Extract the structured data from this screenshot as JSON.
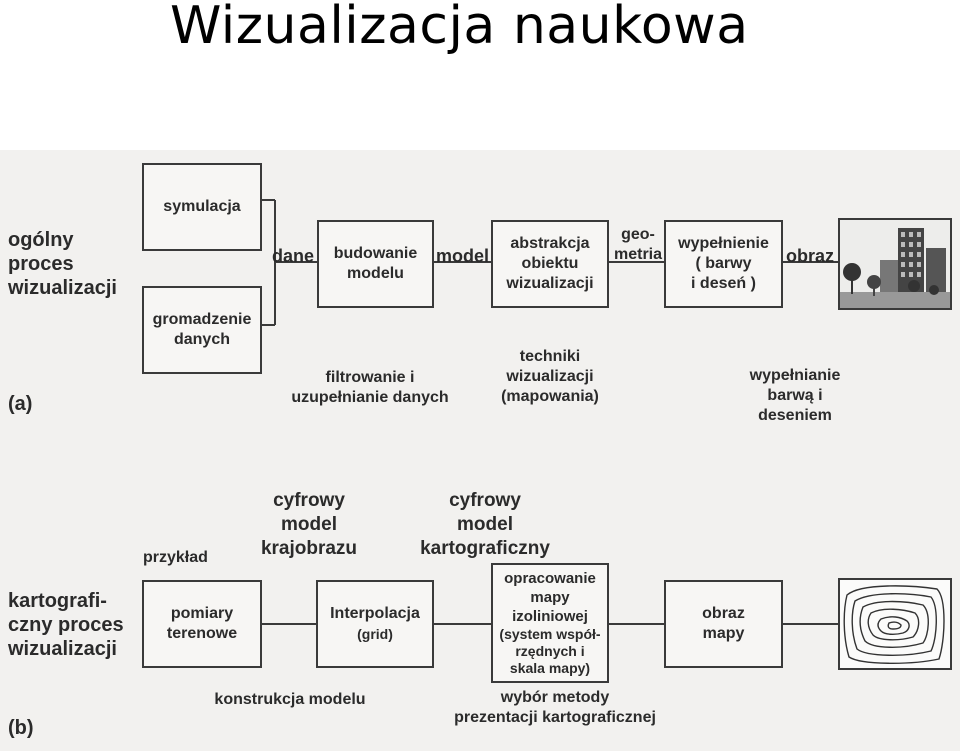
{
  "title": "Wizualizacja naukowa",
  "a": {
    "side_label": "ogólny\nproces\nwizualizacji",
    "tag": "(a)",
    "box_symulacja": "symulacja",
    "box_gromadzenie": "gromadzenie\ndanych",
    "arrow_dane": "dane",
    "box_budowanie": "budowanie\nmodelu",
    "arrow_model": "model",
    "box_abstrakcja": "abstrakcja\nobiektu\nwizualizacji",
    "arrow_geometria": "geo-\nmetria",
    "box_wypelnienie": "wypełnienie\n( barwy\ni deseń )",
    "arrow_obraz": "obraz",
    "note_filtrowanie": "filtrowanie i\nuzupełnianie danych",
    "note_techniki": "techniki\nwizualizacji\n(mapowania)",
    "note_wypelnianie": "wypełnianie\nbarwą i deseniem"
  },
  "b": {
    "side_label": "kartografi-\nczny proces\nwizualizacji",
    "tag": "(b)",
    "przyklad": "przykład",
    "head_cmk": "cyfrowy\nmodel\nkrajobrazu",
    "head_cmkart": "cyfrowy\nmodel\nkartograficzny",
    "box_pomiary": "pomiary\nterenowe",
    "box_interpolacja": "Interpolacja",
    "box_interpolacja_sub": "(grid)",
    "box_opracowanie": "opracowanie\nmapy\nizoliniowej",
    "box_opracowanie_sub": "(system współ-\nrzędnych i\nskala mapy)",
    "box_obraz": "obraz\nmapy",
    "note_konstrukcja": "konstrukcja modelu",
    "note_wybor": "wybór metody\nprezentacji kartograficznej"
  }
}
